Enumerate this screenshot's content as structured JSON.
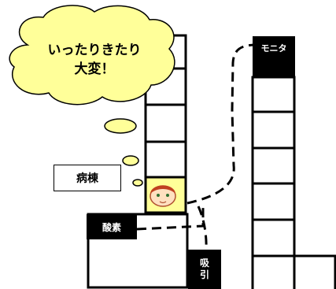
{
  "thought": {
    "line1": "いったりきたり",
    "line2": "大変！"
  },
  "ward_label": "病棟",
  "monitor_label": "モニタ",
  "oxygen_label": "酸素",
  "suction_label": {
    "line1": "吸",
    "line2": "引"
  },
  "colors": {
    "bubble_fill": "#ffff99",
    "nurse_cell": "#ffff99",
    "lines": "#000000"
  },
  "icons": [
    "thought-bubble",
    "nurse-face-icon"
  ]
}
